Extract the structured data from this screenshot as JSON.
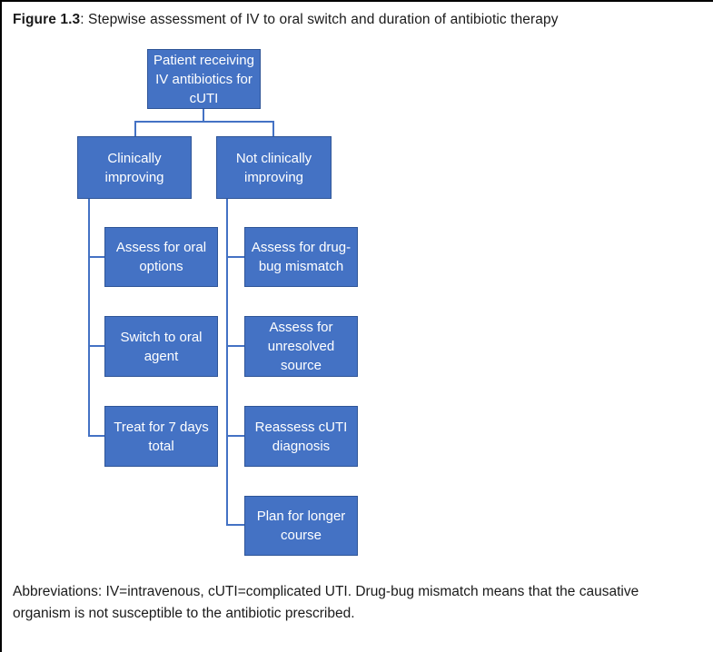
{
  "figure": {
    "label": "Figure 1.3",
    "title_rest": ": Stepwise assessment of IV to oral switch and duration of antibiotic therapy"
  },
  "colors": {
    "node_fill": "#4472C4",
    "node_border": "#2F5597",
    "connector": "#4472C4",
    "node_text": "#FFFFFF",
    "page_text": "#1A1A1A"
  },
  "flowchart": {
    "type": "hierarchy",
    "root": {
      "label": "Patient receiving IV antibiotics for cUTI"
    },
    "branches": [
      {
        "label": "Clinically improving",
        "children": [
          "Assess for oral options",
          "Switch to oral agent",
          "Treat for 7 days total"
        ]
      },
      {
        "label": "Not clinically improving",
        "children": [
          "Assess for drug-bug mismatch",
          "Assess for unresolved source",
          "Reassess cUTI diagnosis",
          "Plan for longer course"
        ]
      }
    ]
  },
  "footnote": "Abbreviations: IV=intravenous, cUTI=complicated UTI. Drug-bug mismatch means that the causative organism is not susceptible to the antibiotic prescribed."
}
